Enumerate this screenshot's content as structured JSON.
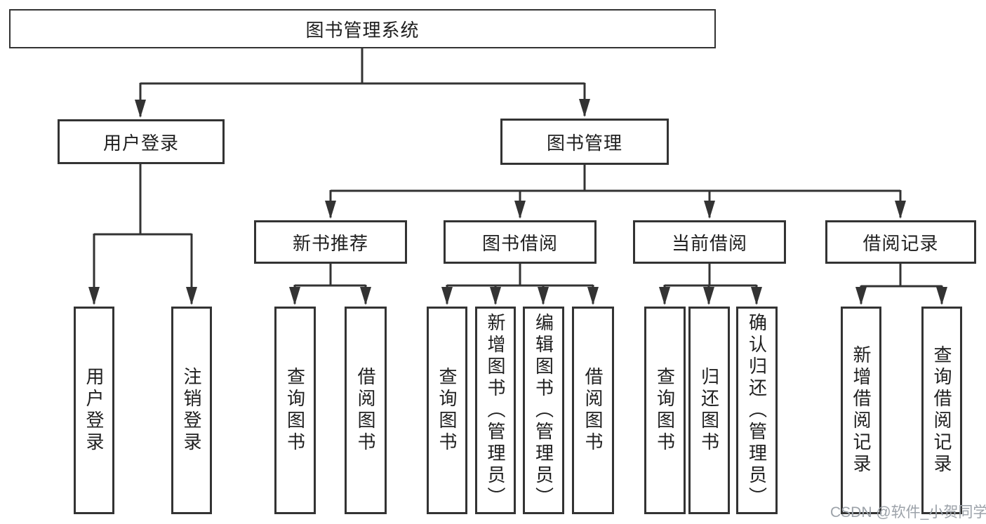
{
  "colors": {
    "line": "#333333",
    "text": "#1f1f1f",
    "background": "#ffffff",
    "watermark": "#9ca2a9"
  },
  "nodes": {
    "root": {
      "label": "图书管理系统"
    },
    "level2": [
      {
        "label": "用户登录"
      },
      {
        "label": "图书管理"
      }
    ],
    "level3": [
      {
        "label": "新书推荐",
        "parent": "图书管理"
      },
      {
        "label": "图书借阅",
        "parent": "图书管理"
      },
      {
        "label": "当前借阅",
        "parent": "图书管理"
      },
      {
        "label": "借阅记录",
        "parent": "图书管理"
      }
    ],
    "leaves": [
      {
        "label": "用户登录",
        "parent": "用户登录"
      },
      {
        "label": "注销登录",
        "parent": "用户登录"
      },
      {
        "label": "查询图书",
        "parent": "新书推荐"
      },
      {
        "label": "借阅图书",
        "parent": "新书推荐"
      },
      {
        "label": "查询图书",
        "parent": "图书借阅"
      },
      {
        "label": "新增图书（管理员）",
        "parent": "图书借阅"
      },
      {
        "label": "编辑图书（管理员）",
        "parent": "图书借阅"
      },
      {
        "label": "借阅图书",
        "parent": "图书借阅"
      },
      {
        "label": "查询图书",
        "parent": "当前借阅"
      },
      {
        "label": "归还图书",
        "parent": "当前借阅"
      },
      {
        "label": "确认归还（管理员）",
        "parent": "当前借阅"
      },
      {
        "label": "新增借阅记录",
        "parent": "借阅记录"
      },
      {
        "label": "查询借阅记录",
        "parent": "借阅记录"
      }
    ]
  },
  "watermark": {
    "text": "CSDN @软件_小贺同学"
  }
}
